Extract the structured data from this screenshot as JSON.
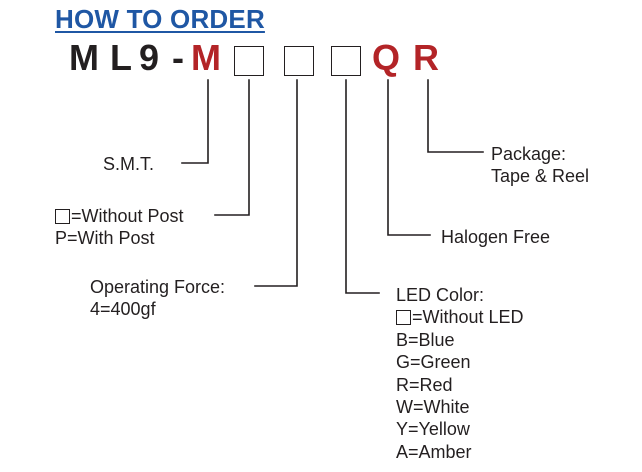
{
  "title": "HOW TO ORDER",
  "part_number": {
    "chars": [
      "M",
      "L",
      "9",
      "-",
      "M",
      "Q",
      "R"
    ]
  },
  "labels": {
    "smt": "S.M.T.",
    "post": {
      "line1": "=Without Post",
      "line2": "P=With Post"
    },
    "force": {
      "line1": "Operating Force:",
      "line2": "4=400gf"
    },
    "led": {
      "header": "LED Color:",
      "options": [
        "=Without LED",
        "B=Blue",
        "G=Green",
        "R=Red",
        "W=White",
        "Y=Yellow",
        "A=Amber"
      ]
    },
    "halogen": "Halogen Free",
    "package": {
      "line1": "Package:",
      "line2": "Tape & Reel"
    }
  },
  "colors": {
    "title": "#1f57a4",
    "accent_red": "#b32427",
    "text": "#231f20"
  }
}
